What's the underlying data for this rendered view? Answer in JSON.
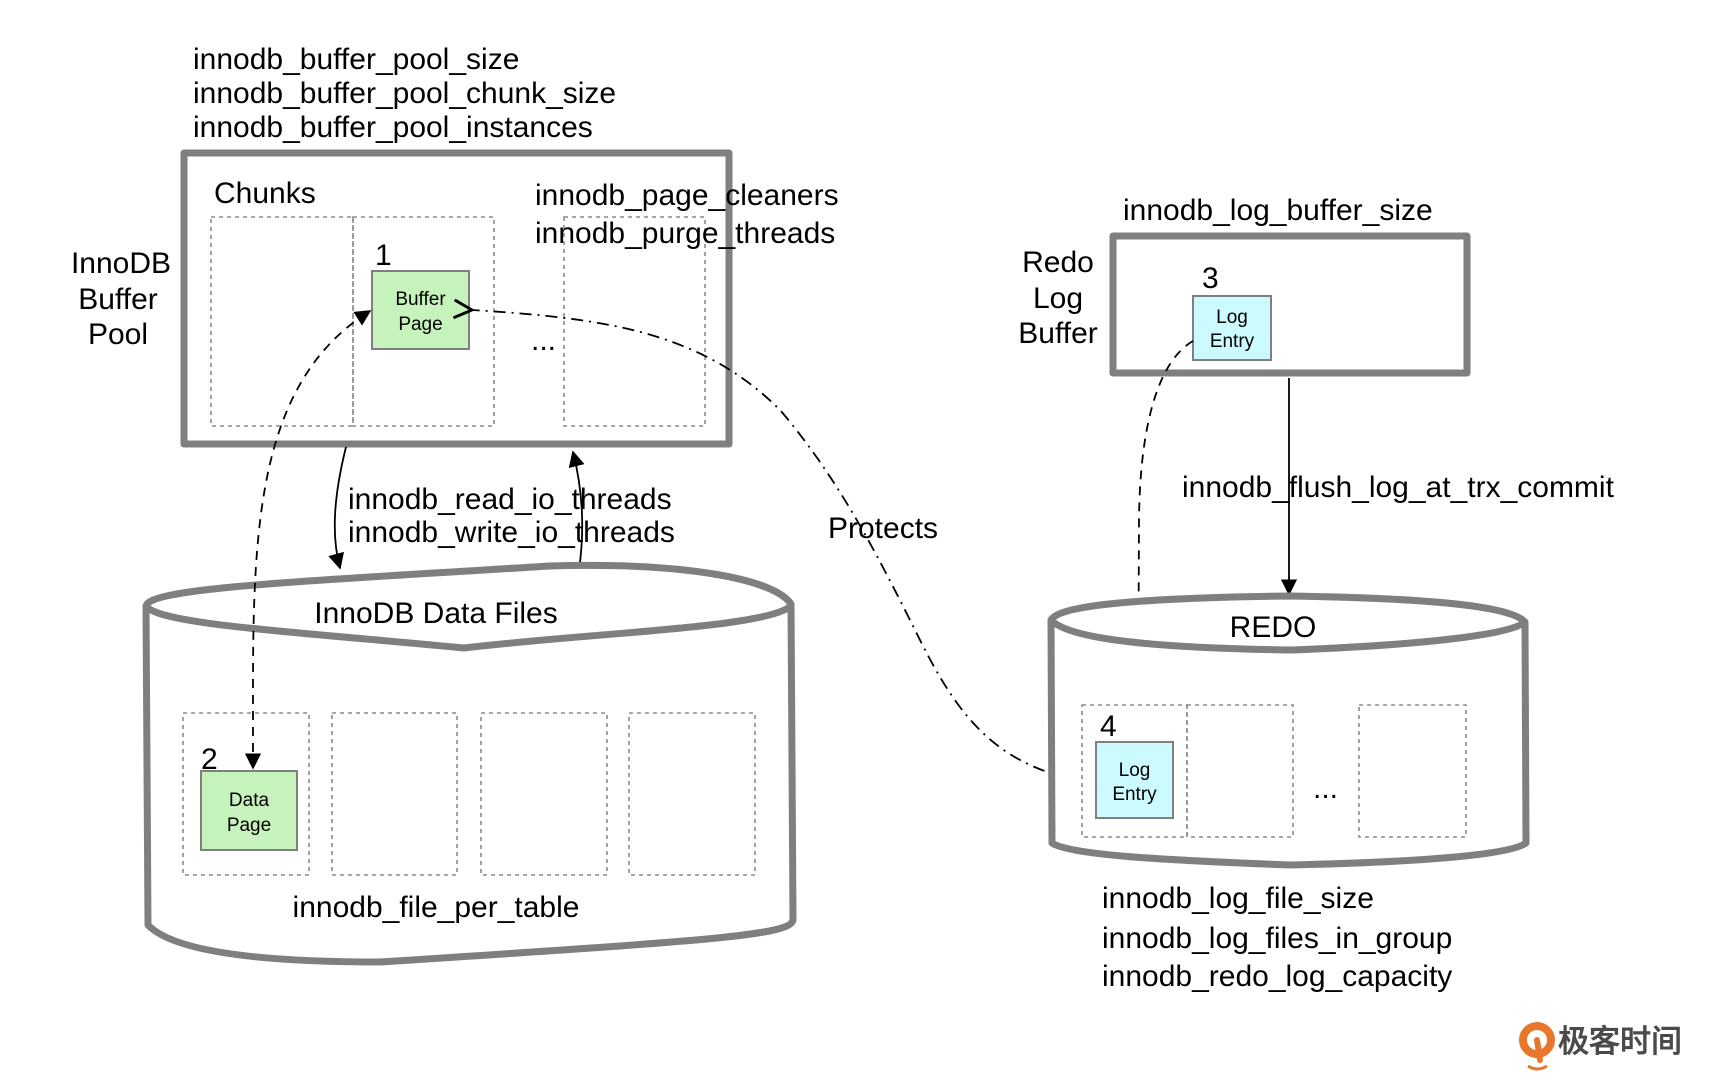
{
  "buffer_pool": {
    "label_lines": [
      "InnoDB",
      "Buffer",
      "Pool"
    ],
    "params": [
      "innodb_buffer_pool_size",
      "innodb_buffer_pool_chunk_size",
      "innodb_buffer_pool_instances"
    ],
    "chunks_label": "Chunks",
    "thread_params": [
      "innodb_page_cleaners",
      "innodb_purge_threads"
    ],
    "step": "1",
    "page_lines": [
      "Buffer",
      "Page"
    ],
    "ellipsis": "..."
  },
  "io": {
    "params": [
      "innodb_read_io_threads",
      "innodb_write_io_threads"
    ]
  },
  "data_files": {
    "label": "InnoDB Data Files",
    "step": "2",
    "page_lines": [
      "Data",
      "Page"
    ],
    "param": "innodb_file_per_table"
  },
  "protects_label": "Protects",
  "redo_log_buffer": {
    "label_lines": [
      "Redo",
      "Log",
      "Buffer"
    ],
    "param": "innodb_log_buffer_size",
    "step": "3",
    "entry_lines": [
      "Log",
      "Entry"
    ]
  },
  "flush": {
    "param": "innodb_flush_log_at_trx_commit"
  },
  "redo": {
    "label": "REDO",
    "step": "4",
    "entry_lines": [
      "Log",
      "Entry"
    ],
    "ellipsis": "...",
    "params": [
      "innodb_log_file_size",
      "innodb_log_files_in_group",
      "innodb_redo_log_capacity"
    ]
  },
  "colors": {
    "frame": "#7f7f7f",
    "page_green": "#c6f3bb",
    "entry_cyan": "#ccfbff",
    "logo_orange": "#e8762b"
  },
  "watermark": {
    "icon": "geektime-logo-icon",
    "text": "极客时间"
  }
}
